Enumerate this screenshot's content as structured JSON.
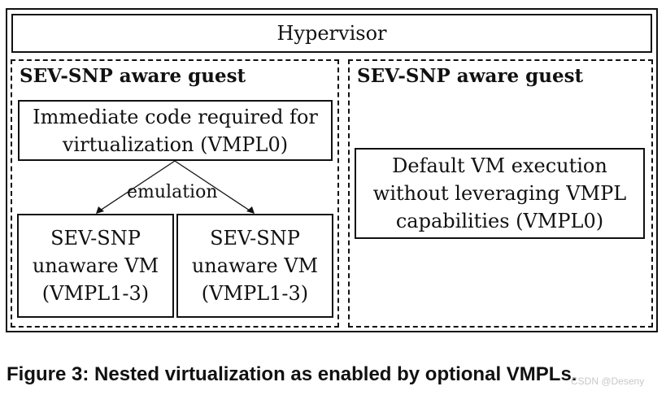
{
  "hypervisor": {
    "label": "Hypervisor"
  },
  "guests": [
    {
      "title": "SEV-SNP aware guest",
      "immediate_box": {
        "line1": "Immediate code required for",
        "line2": "virtualization (VMPL0)"
      },
      "edge_label": "emulation",
      "vms": [
        {
          "line1": "SEV-SNP",
          "line2": "unaware VM",
          "line3": "(VMPL1-3)"
        },
        {
          "line1": "SEV-SNP",
          "line2": "unaware VM",
          "line3": "(VMPL1-3)"
        }
      ]
    },
    {
      "title": "SEV-SNP aware guest",
      "default_box": {
        "line1": "Default VM execution",
        "line2": "without leveraging VMPL",
        "line3": "capabilities (VMPL0)"
      }
    }
  ],
  "caption": "Figure 3: Nested virtualization as enabled by optional VMPLs.",
  "watermark": "CSDN @Deseny"
}
